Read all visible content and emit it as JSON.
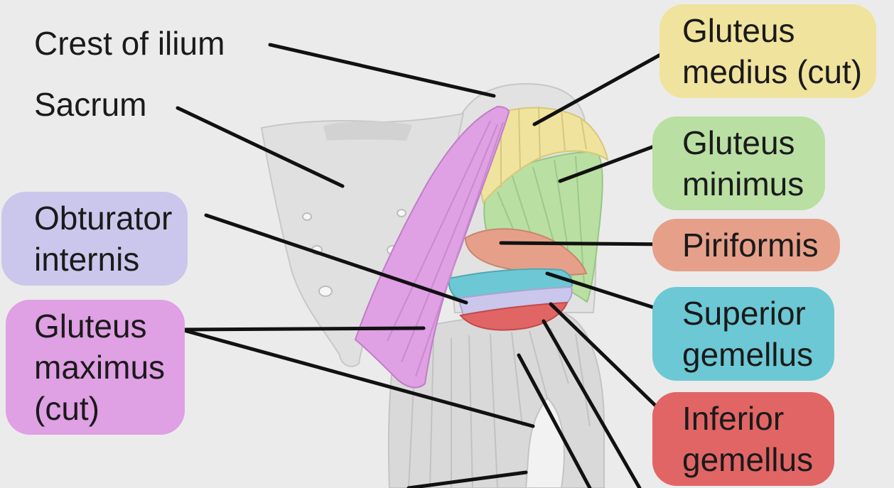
{
  "labels": {
    "crest_of_ilium": "Crest of ilium",
    "sacrum": "Sacrum",
    "obturator_internis": {
      "line1": "Obturator",
      "line2": "internis"
    },
    "gluteus_maximus": {
      "line1": "Gluteus",
      "line2": "maximus",
      "line3": "(cut)"
    },
    "gluteus_medius": {
      "line1": "Gluteus",
      "line2": "medius (cut)"
    },
    "gluteus_minimus": {
      "line1": "Gluteus",
      "line2": "minimus"
    },
    "piriformis": "Piriformis",
    "superior_gemellus": {
      "line1": "Superior",
      "line2": "gemellus"
    },
    "inferior_gemellus": {
      "line1": "Inferior",
      "line2": "gemellus"
    }
  },
  "colors": {
    "background": "#ebebeb",
    "bone": "#dcdcdc",
    "gluteus_medius": "#efe39e",
    "gluteus_minimus": "#b9dfa3",
    "piriformis": "#e6a08a",
    "superior_gemellus": "#6cc8d4",
    "inferior_gemellus": "#e16565",
    "obturator_internis": "#cbc6ec",
    "gluteus_maximus": "#dfa0e4",
    "leader_line": "#111111"
  }
}
